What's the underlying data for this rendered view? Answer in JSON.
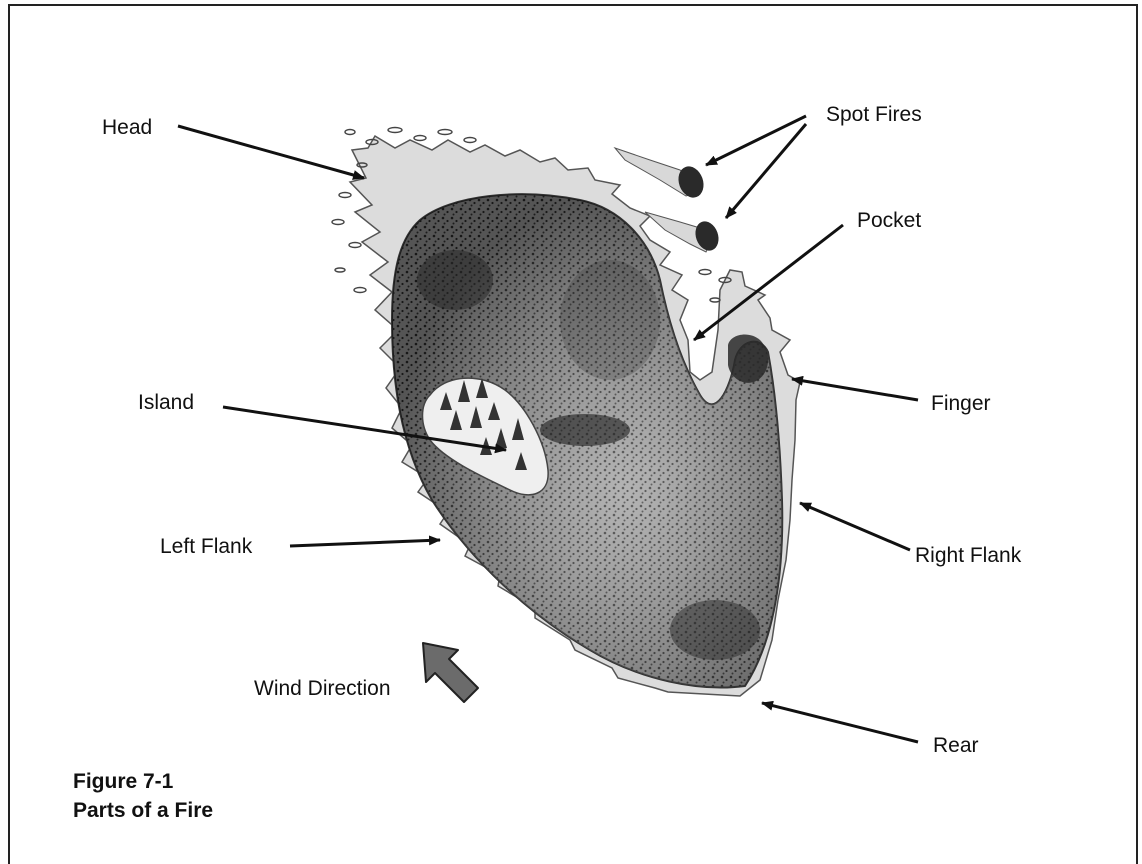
{
  "labels": {
    "head": "Head",
    "spot_fires": "Spot Fires",
    "pocket": "Pocket",
    "island": "Island",
    "finger": "Finger",
    "left_flank": "Left Flank",
    "right_flank": "Right Flank",
    "wind_direction": "Wind Direction",
    "rear": "Rear"
  },
  "caption": {
    "number": "Figure 7-1",
    "title": "Parts of a Fire"
  },
  "colors": {
    "burned_area": "#3a3a3a",
    "burned_light": "#8a8a8a",
    "flame_edge": "#d4d4d4",
    "wind_arrow": "#6b6b6b",
    "text": "#111111"
  }
}
